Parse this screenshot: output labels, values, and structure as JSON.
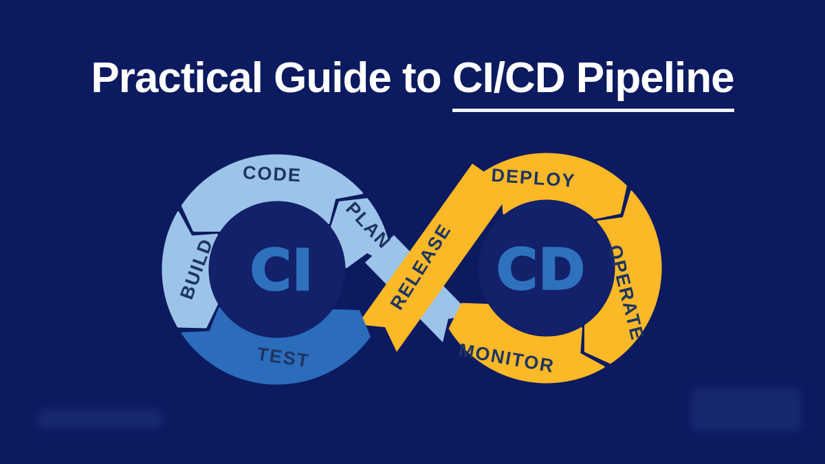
{
  "title": {
    "prefix": "Practical Guide to ",
    "underlined": "CI/CD Pipeline"
  },
  "diagram": {
    "ci_center_label": "CI",
    "cd_center_label": "CD",
    "segments": {
      "code": "CODE",
      "plan": "PLAN",
      "build": "BUILD",
      "test": "TEST",
      "release": "RELEASE",
      "deploy": "DEPLOY",
      "operate": "OPERATE",
      "monitor": "MONITOR"
    }
  },
  "colors": {
    "background": "#0C1A60",
    "inner_circle": "#13216A",
    "light_blue": "#9CC3E8",
    "medium_blue": "#2B6CBB",
    "yellow": "#FBB827",
    "label_navy": "#1E3560",
    "ci_cd_blue": "#2E72BE",
    "title_white": "#FFFFFF",
    "underline_white": "#F2F4F8"
  }
}
